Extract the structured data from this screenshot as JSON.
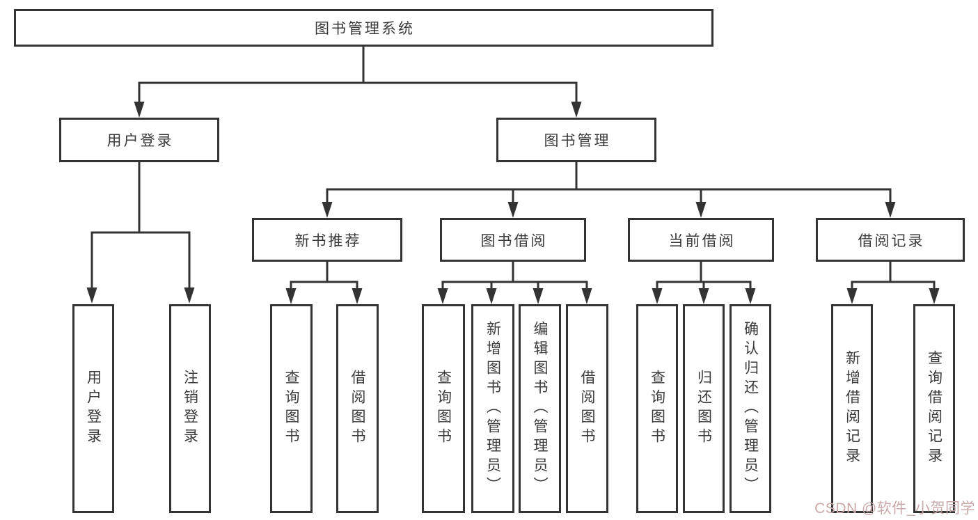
{
  "diagram_type": "functional-structure-tree",
  "colors": {
    "line": "#333333",
    "text": "#3a3a3a",
    "watermark": "#C9A9A9",
    "background": "#ffffff"
  },
  "watermark": "CSDN @软件_小贺同学",
  "hierarchy": {
    "label": "图书管理系统",
    "children": [
      {
        "label": "用户登录",
        "children": [
          {
            "label": "用户登录"
          },
          {
            "label": "注销登录"
          }
        ]
      },
      {
        "label": "图书管理",
        "children": [
          {
            "label": "新书推荐",
            "children": [
              {
                "label": "查询图书"
              },
              {
                "label": "借阅图书"
              }
            ]
          },
          {
            "label": "图书借阅",
            "children": [
              {
                "label": "查询图书"
              },
              {
                "label": "新增图书（管理员）"
              },
              {
                "label": "编辑图书（管理员）"
              },
              {
                "label": "借阅图书"
              }
            ]
          },
          {
            "label": "当前借阅",
            "children": [
              {
                "label": "查询图书"
              },
              {
                "label": "归还图书"
              },
              {
                "label": "确认归还（管理员）"
              }
            ]
          },
          {
            "label": "借阅记录",
            "children": [
              {
                "label": "新增借阅记录"
              },
              {
                "label": "查询借阅记录"
              }
            ]
          }
        ]
      }
    ]
  }
}
